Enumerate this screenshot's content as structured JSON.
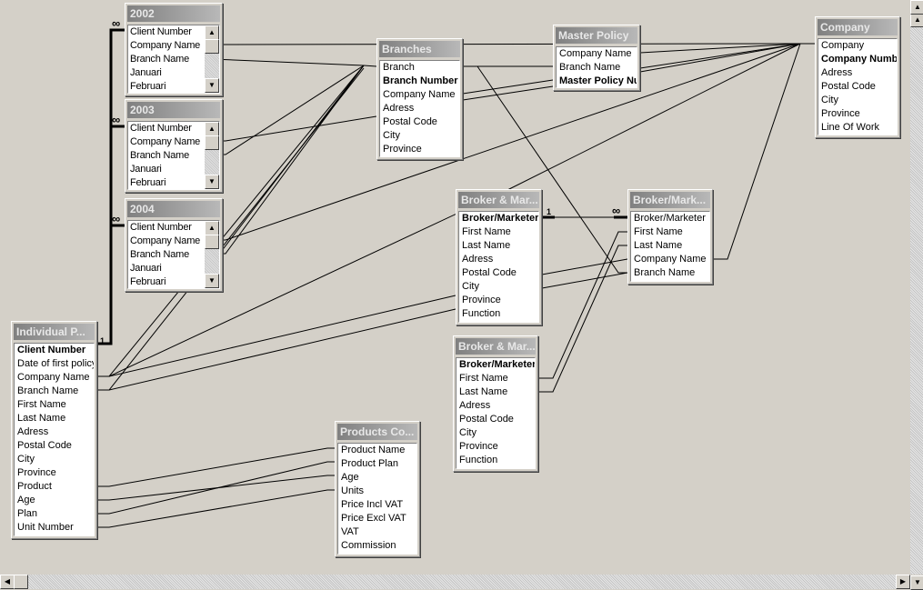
{
  "tables": {
    "t2002": {
      "title": "2002",
      "fields": [
        "Client Number",
        "Company Name",
        "Branch Name",
        "Januari",
        "Februari"
      ]
    },
    "t2003": {
      "title": "2003",
      "fields": [
        "Client Number",
        "Company Name",
        "Branch Name",
        "Januari",
        "Februari"
      ]
    },
    "t2004": {
      "title": "2004",
      "fields": [
        "Client Number",
        "Company Name",
        "Branch Name",
        "Januari",
        "Februari"
      ]
    },
    "branches": {
      "title": "Branches",
      "fields": [
        "Branch",
        "Branch Number",
        "Company Name",
        "Adress",
        "Postal Code",
        "City",
        "Province"
      ]
    },
    "master": {
      "title": "Master Policy",
      "fields": [
        "Company Name",
        "Branch Name",
        "Master Policy Number"
      ]
    },
    "company": {
      "title": "Company",
      "fields": [
        "Company",
        "Company Number",
        "Adress",
        "Postal Code",
        "City",
        "Province",
        "Line Of Work"
      ]
    },
    "broker1": {
      "title": "Broker & Mar...",
      "fields": [
        "Broker/Marketer ID",
        "First Name",
        "Last Name",
        "Adress",
        "Postal Code",
        "City",
        "Province",
        "Function"
      ]
    },
    "brokerMark": {
      "title": "Broker/Mark...",
      "fields": [
        "Broker/Marketer",
        "First Name",
        "Last Name",
        "Company Name",
        "Branch Name"
      ]
    },
    "broker2": {
      "title": "Broker & Mar...",
      "fields": [
        "Broker/Marketer ID",
        "First Name",
        "Last Name",
        "Adress",
        "Postal Code",
        "City",
        "Province",
        "Function"
      ]
    },
    "individual": {
      "title": "Individual P...",
      "fields": [
        "Client Number",
        "Date of first policy",
        "Company Name",
        "Branch Name",
        "First Name",
        "Last Name",
        "Adress",
        "Postal Code",
        "City",
        "Province",
        "Product",
        "Age",
        "Plan",
        "Unit Number"
      ]
    },
    "products": {
      "title": "Products Co...",
      "fields": [
        "Product Name",
        "Product Plan",
        "Age",
        "Units",
        "Price Incl VAT",
        "Price Excl VAT",
        "VAT",
        "Commission"
      ]
    }
  },
  "relationship_labels": {
    "one": "1",
    "many": "∞"
  }
}
